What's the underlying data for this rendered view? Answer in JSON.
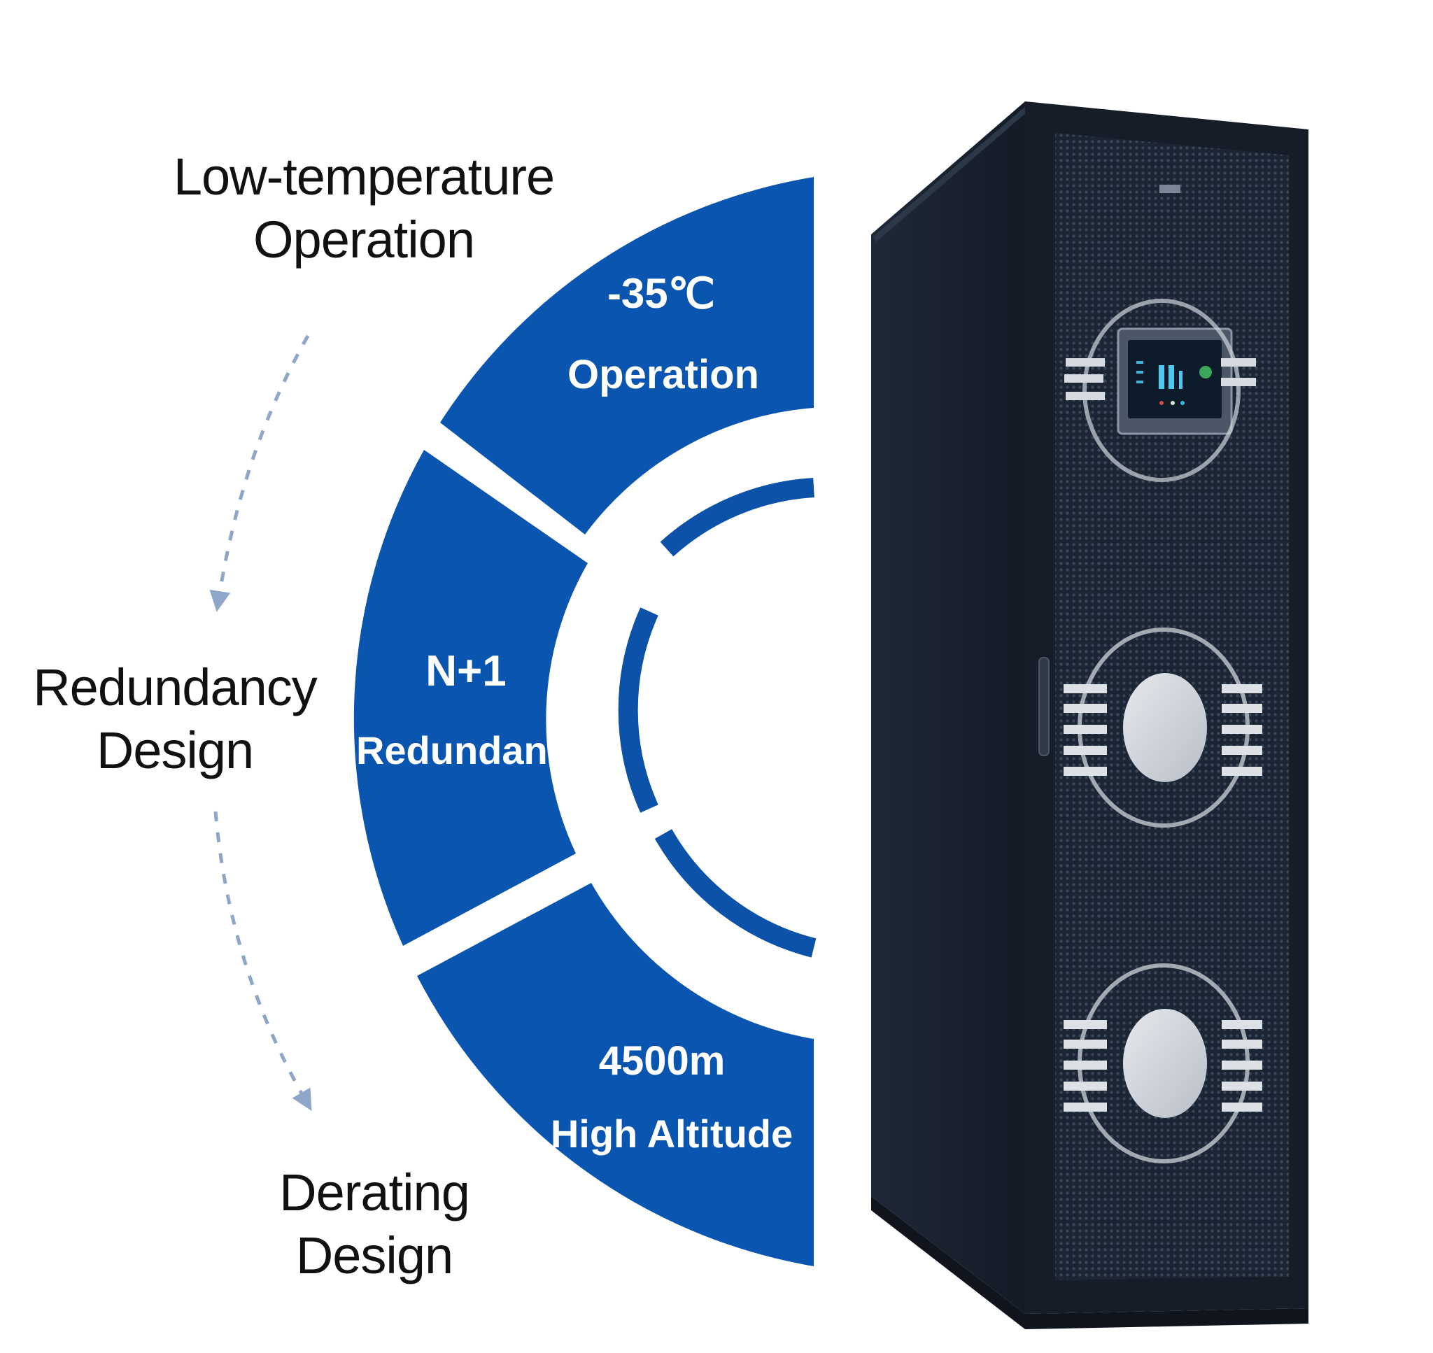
{
  "features": [
    {
      "name": "low-temperature",
      "label_line1": "Low-temperature",
      "label_line2": "Operation",
      "segment_value": "-35℃",
      "segment_caption": "Operation"
    },
    {
      "name": "redundancy",
      "label_line1": "Redundancy",
      "label_line2": "Design",
      "segment_value": "N+1",
      "segment_caption": "Redundancy"
    },
    {
      "name": "derating",
      "label_line1": "Derating",
      "label_line2": "Design",
      "segment_value": "4500m",
      "segment_caption": "High Altitude"
    }
  ],
  "colors": {
    "segment_blue": "#0a55b0",
    "inner_ring_blue": "#0b52a8",
    "arrow_gray": "#8ea6c8",
    "cabinet_dark": "#1a2230",
    "cabinet_mesh": "#2a3444",
    "label_text": "#111111"
  },
  "icons": {
    "flow_arrow": "dashed-arrow-down-icon",
    "product": "server-cabinet-icon",
    "display": "control-display-icon",
    "fan": "cooling-fan-icon"
  }
}
